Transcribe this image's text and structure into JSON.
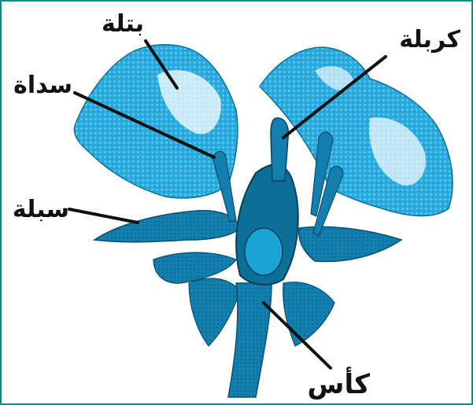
{
  "diagram": {
    "labels": {
      "petal": "بتلة",
      "stamen": "سداة",
      "sepal": "سبلة",
      "carpel": "كربلة",
      "calyx": "كأس"
    }
  },
  "colors": {
    "border": "#0a8a8a",
    "petal_light": "#4fc3e8",
    "petal_mid": "#1aa3d4",
    "petal_dark": "#0b6f98",
    "leader_line": "#111111"
  }
}
